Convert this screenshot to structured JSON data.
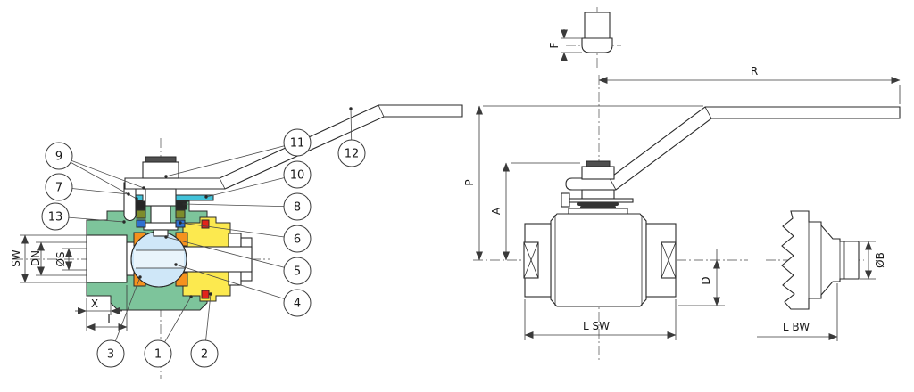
{
  "drawing": {
    "type": "technical-drawing",
    "subject": "ball valve sectional view with part callouts and dimensioned side views",
    "callouts": {
      "c1": "1",
      "c2": "2",
      "c3": "3",
      "c4": "4",
      "c5": "5",
      "c6": "6",
      "c7": "7",
      "c8": "8",
      "c9": "9",
      "c10": "10",
      "c11": "11",
      "c12": "12",
      "c13": "13"
    },
    "dims": {
      "sw": "SW",
      "dn": "DN",
      "os": "ØS",
      "x": "X",
      "i": "I",
      "f": "F",
      "r": "R",
      "p": "P",
      "a": "A",
      "d": "D",
      "l_sw": "L SW",
      "ob": "ØB",
      "l_bw": "L BW"
    },
    "colors": {
      "body": "#7dc49b",
      "end_cap": "#fce94f",
      "ball": "#cfe7f8",
      "ball_bore": "#e9f4fb",
      "seat": "#f6921e",
      "seal": "#e2231a",
      "stop_plate": "#41c2d9",
      "washer_olive": "#7d8c2b",
      "washer_blue": "#2f70d0",
      "packing": "#262626",
      "stem_nut_cap": "#4f4f4f"
    }
  }
}
